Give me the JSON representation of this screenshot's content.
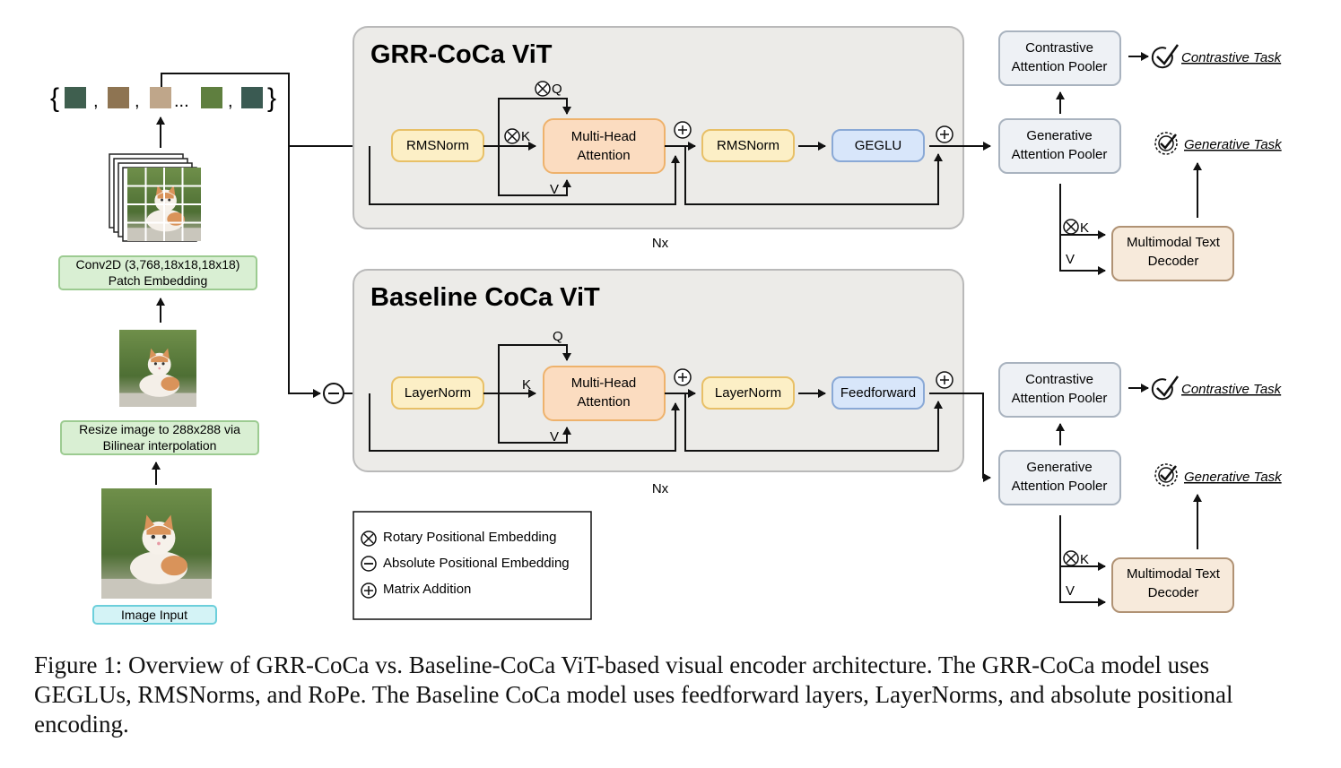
{
  "panels": {
    "grr": {
      "title": "GRR-CoCa ViT",
      "repeat": "Nx"
    },
    "base": {
      "title": "Baseline CoCa ViT",
      "repeat": "Nx"
    }
  },
  "left": {
    "patch_open": "{",
    "patch_close": "}",
    "patch_sep": ",",
    "patch_ellipsis": "...",
    "conv_line1": "Conv2D (3,768,18x18,18x18)",
    "conv_line2": "Patch Embedding",
    "resize_line1": "Resize image to 288x288 via",
    "resize_line2": "Bilinear interpolation",
    "image_input": "Image Input"
  },
  "blocks": {
    "grr": {
      "norm1": "RMSNorm",
      "mha_line1": "Multi-Head",
      "mha_line2": "Attention",
      "norm2": "RMSNorm",
      "ffn": "GEGLU",
      "q": "Q",
      "k": "K",
      "v": "V"
    },
    "base": {
      "norm1": "LayerNorm",
      "mha_line1": "Multi-Head",
      "mha_line2": "Attention",
      "norm2": "LayerNorm",
      "ffn": "Feedforward",
      "q": "Q",
      "k": "K",
      "v": "V"
    }
  },
  "heads": {
    "contrastive_line1": "Contrastive",
    "contrastive_line2": "Attention Pooler",
    "generative_line1": "Generative",
    "generative_line2": "Attention Pooler",
    "decoder_line1": "Multimodal Text",
    "decoder_line2": "Decoder",
    "contrastive_task": "Contrastive Task",
    "generative_task": "Generative Task",
    "k": "K",
    "v": "V"
  },
  "legend": {
    "rotary": "Rotary Positional Embedding",
    "absolute": "Absolute Positional Embedding",
    "addition": "Matrix Addition"
  },
  "caption": "Figure 1: Overview of GRR-CoCa vs. Baseline-CoCa ViT-based visual encoder architecture. The GRR-CoCa model uses GEGLUs, RMSNorms, and RoPe. The Baseline CoCa model uses feedforward layers, LayerNorms, and absolute positional encoding.",
  "colors": {
    "panel_fill": "#ecebe8",
    "panel_stroke": "#b9b9b9",
    "norm_fill": "#fcefc6",
    "norm_stroke": "#e8c067",
    "mha_fill": "#fbdcc0",
    "mha_stroke": "#eeb26c",
    "ffn_fill": "#d8e6fa",
    "ffn_stroke": "#8aa9d6",
    "pooler_fill": "#eef1f5",
    "pooler_stroke": "#a9b3bf",
    "decoder_fill": "#f7eadb",
    "decoder_stroke": "#b09274",
    "green_fill": "#d9efd3",
    "green_stroke": "#9ccb91",
    "cyan_fill": "#d4f3f6",
    "cyan_stroke": "#6ccfdb"
  }
}
